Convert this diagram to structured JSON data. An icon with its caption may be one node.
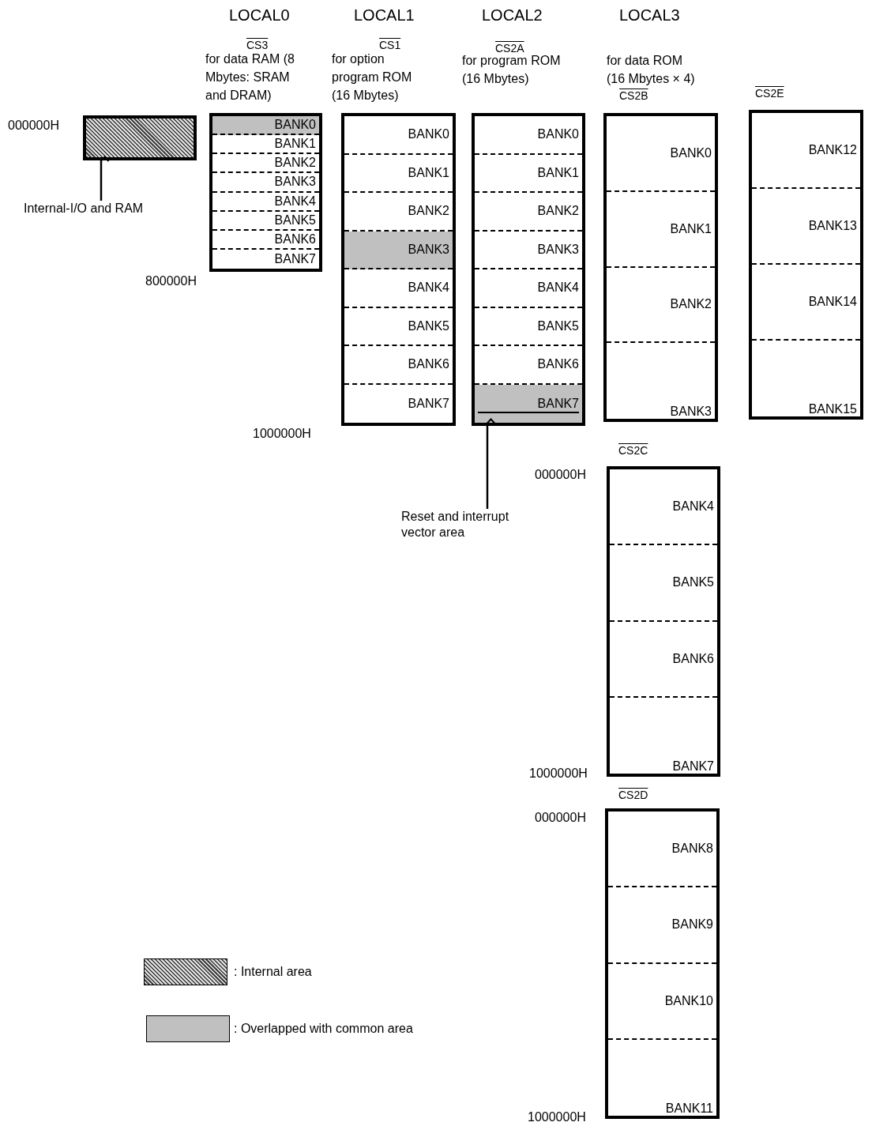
{
  "diagram": {
    "nodes": [
      {
        "text": [],
        "shape": "box"
      },
      {
        "text": [
          "Internal-I/O and RAM"
        ]
      },
      {
        "text": [],
        "shape": "box"
      },
      {
        "text": [
          "BANK0"
        ],
        "in": 2
      },
      {
        "text": [
          "BANK1"
        ],
        "in": 2
      },
      {
        "text": [
          "BANK2"
        ],
        "in": 2
      },
      {
        "text": [
          "BANK3"
        ],
        "in": 2
      },
      {
        "text": [
          "BANK4"
        ],
        "in": 2
      },
      {
        "text": [
          "BANK5"
        ],
        "in": 2
      },
      {
        "text": [
          "BANK6"
        ],
        "in": 2
      },
      {
        "text": [
          "BANK7"
        ],
        "in": 2
      },
      {
        "text": [],
        "shape": "box"
      },
      {
        "text": [
          "BANK0"
        ],
        "in": 11
      },
      {
        "text": [
          "BANK1"
        ],
        "in": 11
      },
      {
        "text": [
          "BANK2"
        ],
        "in": 11
      },
      {
        "text": [
          "BANK3"
        ],
        "in": 11
      },
      {
        "text": [
          "BANK4"
        ],
        "in": 11
      },
      {
        "text": [
          "BANK5"
        ],
        "in": 11
      },
      {
        "text": [
          "BANK6"
        ],
        "in": 11
      },
      {
        "text": [
          "BANK7"
        ],
        "in": 11
      },
      {
        "text": [],
        "shape": "box"
      },
      {
        "text": [
          "BANK0"
        ],
        "in": 20
      },
      {
        "text": [
          "BANK1"
        ],
        "in": 20
      },
      {
        "text": [
          "BANK2"
        ],
        "in": 20
      },
      {
        "text": [
          "BANK3"
        ],
        "in": 20
      },
      {
        "text": [
          "BANK4"
        ],
        "in": 20
      },
      {
        "text": [
          "BANK5"
        ],
        "in": 20
      },
      {
        "text": [
          "BANK6"
        ],
        "in": 20
      },
      {
        "text": [
          "BANK7"
        ],
        "in": 20
      },
      {
        "text": [
          "CS2B"
        ]
      },
      {
        "text": [
          "BANK0"
        ],
        "in": 29
      },
      {
        "text": [
          "BANK1"
        ],
        "in": 29
      },
      {
        "text": [
          "BANK2"
        ],
        "in": 29
      },
      {
        "text": [
          "BANK3"
        ],
        "in": 29
      },
      {
        "text": [
          "CS2E"
        ]
      },
      {
        "text": [
          "BANK12"
        ],
        "in": 34
      },
      {
        "text": [
          "BANK13"
        ],
        "in": 34
      },
      {
        "text": [
          "BANK14"
        ],
        "in": 34
      },
      {
        "text": [
          "BANK15"
        ],
        "in": 34
      },
      {
        "text": [
          "CS2C"
        ]
      },
      {
        "text": [
          "BANK4"
        ],
        "in": 39
      },
      {
        "text": [
          "BANK5"
        ],
        "in": 39
      },
      {
        "text": [
          "BANK6"
        ],
        "in": 39
      },
      {
        "text": [
          "BANK7"
        ],
        "in": 39
      },
      {
        "text": [
          "CS2D"
        ]
      },
      {
        "text": [
          "BANK8"
        ],
        "in": 44
      },
      {
        "text": [
          "BANK9"
        ],
        "in": 44
      },
      {
        "text": [
          "BANK10"
        ],
        "in": 44
      },
      {
        "text": [
          "BANK11"
        ],
        "in": 44
      },
      {
        "text": [
          "Reset and interrupt vector area"
        ]
      }
    ],
    "edges": [
      {
        "from": 1,
        "to": 0,
        "arrow": "to"
      },
      {
        "from": 49,
        "to": 28,
        "arrow": "to"
      }
    ],
    "labels": [
      "LOCAL0",
      "LOCAL1",
      "LOCAL2",
      "LOCAL3",
      "CS3",
      "CS1",
      "CS2A",
      "for data RAM (8 Mbytes: SRAM and DRAM)",
      "for option program ROM (16 Mbytes)",
      "for program ROM (16 Mbytes)",
      "for data ROM (16 Mbytes × 4)",
      "000000H",
      "800000H",
      "1000000H",
      "000000H",
      "1000000H",
      "000000H",
      "1000000H"
    ],
    "legend": [
      {
        "text": ": Internal area"
      },
      {
        "text": ": Overlapped with common area",
        "color": "#c0c0c0"
      }
    ]
  }
}
